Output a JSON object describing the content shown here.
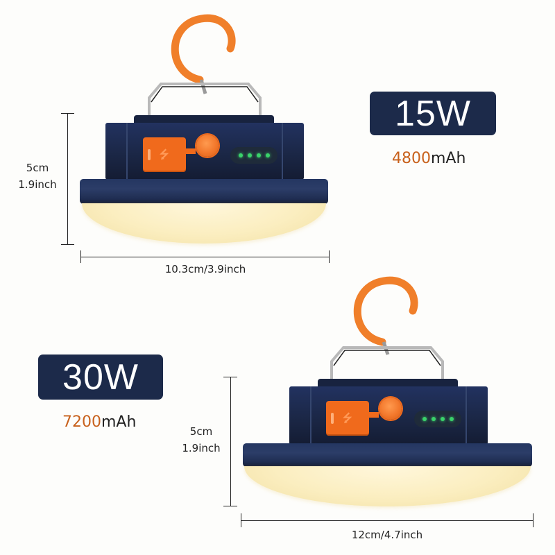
{
  "products": [
    {
      "power_label": "15W",
      "capacity_number": "4800",
      "capacity_unit": "mAh",
      "height_cm": "5cm",
      "height_inch": "1.9inch",
      "width_label": "10.3cm/3.9inch",
      "battery_leds": 4
    },
    {
      "power_label": "30W",
      "capacity_number": "7200",
      "capacity_unit": "mAh",
      "height_cm": "5cm",
      "height_inch": "1.9inch",
      "width_label": "12cm/4.7inch",
      "battery_leds": 4
    }
  ],
  "colors": {
    "badge_bg": "#1c2a4a",
    "capacity_accent": "#c8611c",
    "lamp_body": "#1b2746",
    "hook_orange": "#f07f2a",
    "led_green": "#3ad26a",
    "diffuser_warm": "#fbeec0"
  },
  "icons": {
    "usb": "usb-icon",
    "hook": "hook-icon",
    "power_button": "power-button-icon"
  }
}
